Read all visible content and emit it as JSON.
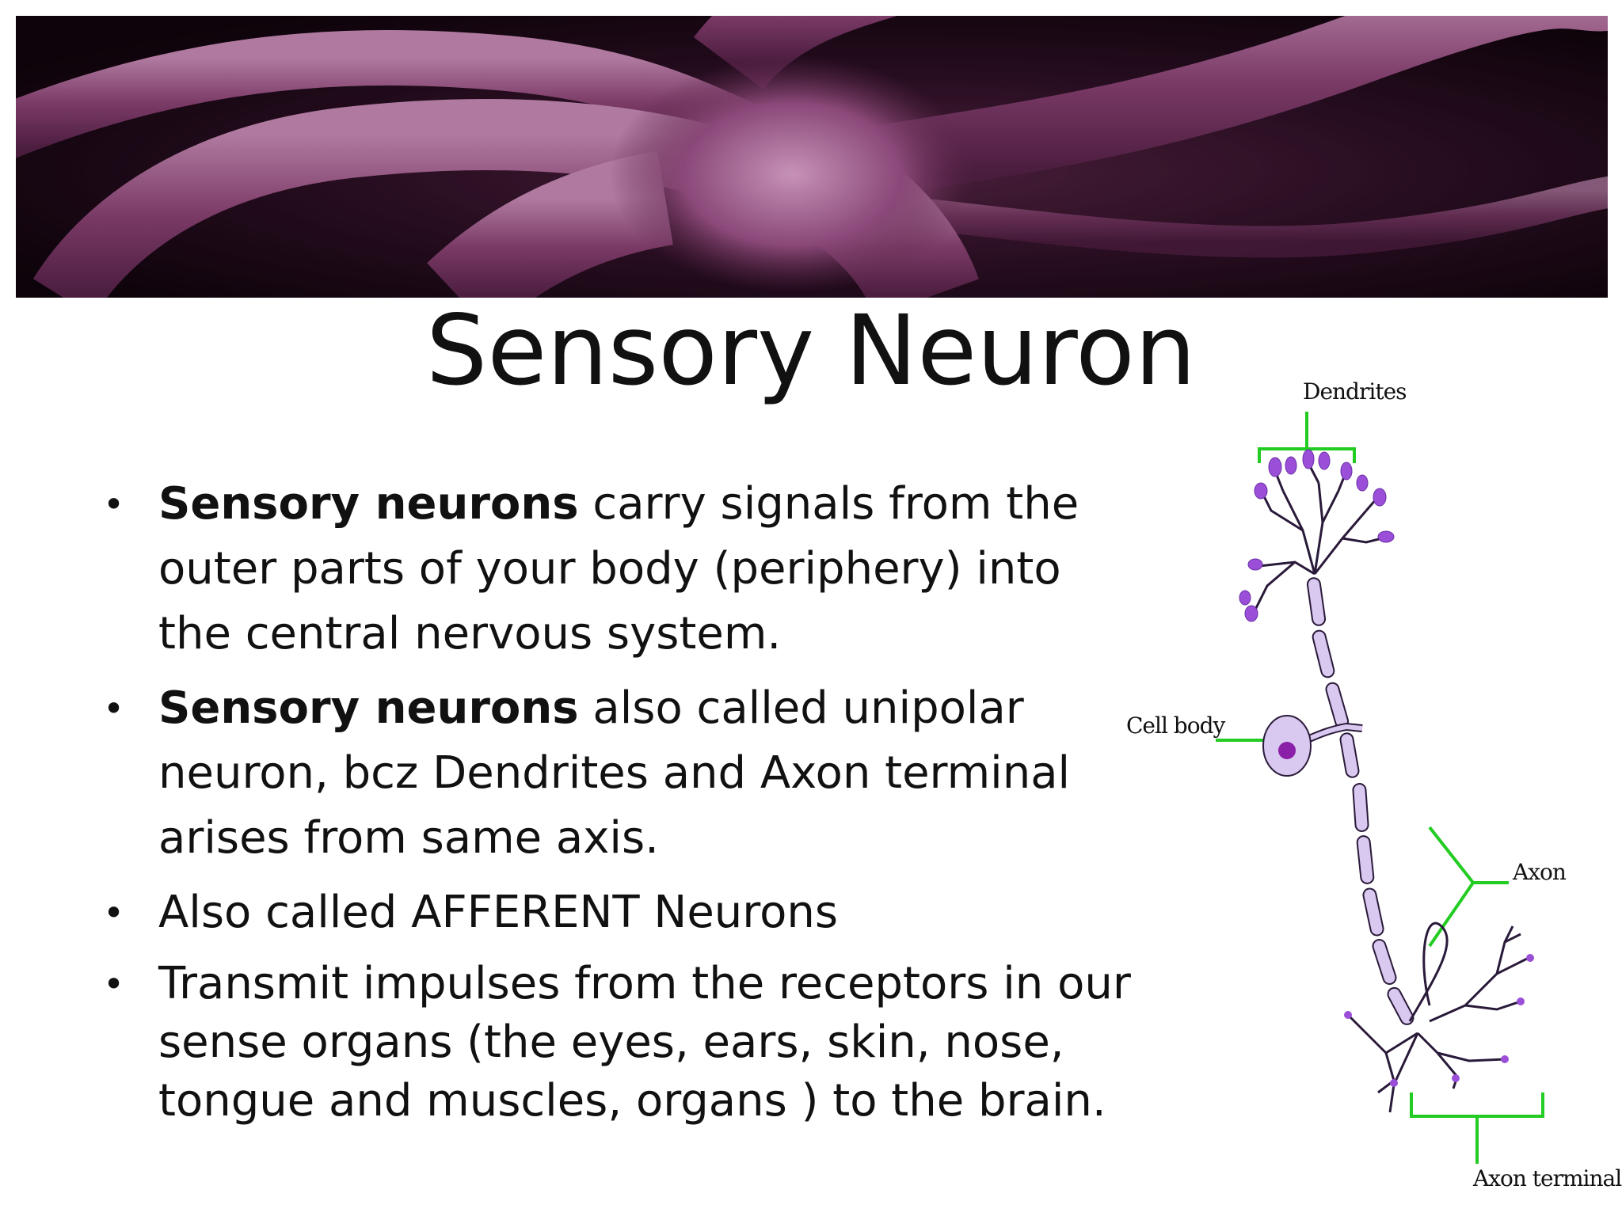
{
  "slide": {
    "title": "Sensory Neuron",
    "bullets": [
      {
        "bold": "Sensory neurons",
        "text": " carry signals from the outer parts of your body (periphery) into the central nervous system."
      },
      {
        "bold": "Sensory neurons",
        "text": " also called unipolar neuron, bcz Dendrites and Axon terminal arises from same axis."
      },
      {
        "bold": "",
        "text": "Also called AFFERENT Neurons"
      },
      {
        "bold": "",
        "text": "Transmit impulses from the receptors in our sense organs (the eyes, ears, skin, nose, tongue and muscles, organs ) to the brain."
      }
    ],
    "bullet_glyph": "•"
  },
  "diagram": {
    "labels": {
      "dendrites": "Dendrites",
      "cell_body": "Cell body",
      "axon": "Axon",
      "axon_terminal": "Axon terminal"
    },
    "colors": {
      "pointer": "#22cc22",
      "membrane": "#d9c8ef",
      "outline": "#2a1a3a",
      "dendrite_tip": "#9b4fd8",
      "nucleus": "#8a1fa8"
    }
  },
  "banner": {
    "colors": {
      "fiber": "#7a3a66",
      "highlight": "#b07aa0",
      "background": "#120510"
    }
  }
}
